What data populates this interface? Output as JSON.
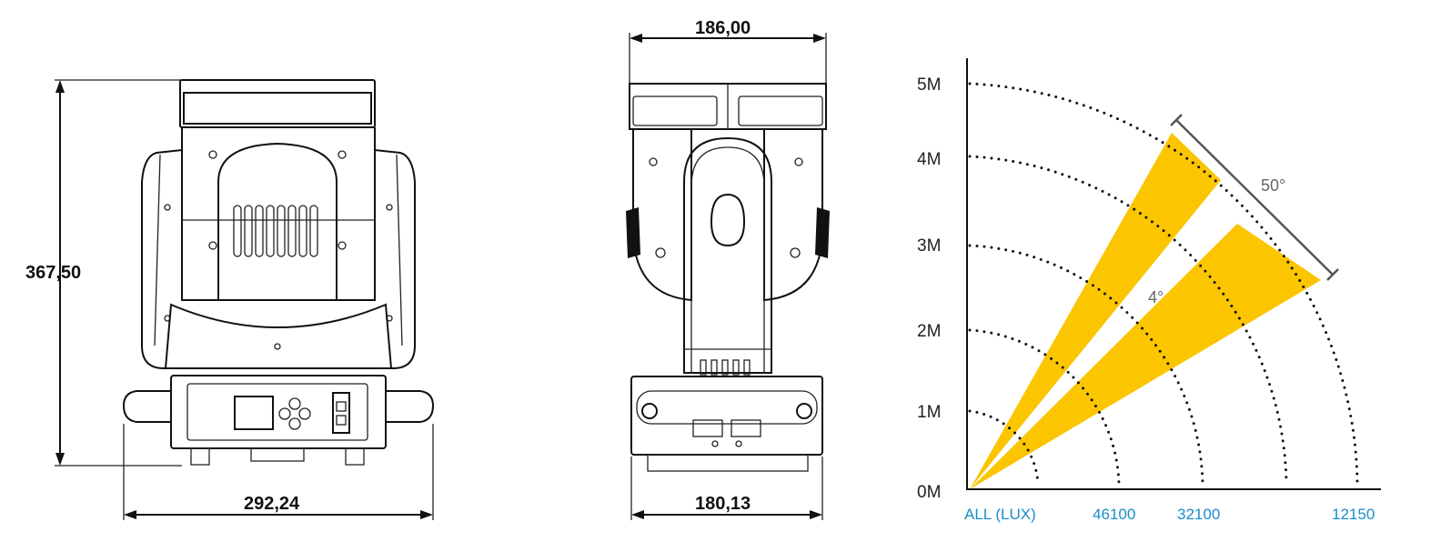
{
  "front_view": {
    "width_label": "292,24",
    "height_label": "367,50"
  },
  "side_view": {
    "top_width_label": "186,00",
    "bottom_width_label": "180,13"
  },
  "beam_diagram": {
    "y_labels": [
      "5M",
      "4M",
      "3M",
      "2M",
      "1M",
      "0M"
    ],
    "lux_labels": [
      "ALL (LUX)",
      "46100",
      "32100",
      "12150"
    ],
    "beam_angle_label": "4°",
    "zoom_angle_label": "50°",
    "beam_color": "#FBC500"
  }
}
